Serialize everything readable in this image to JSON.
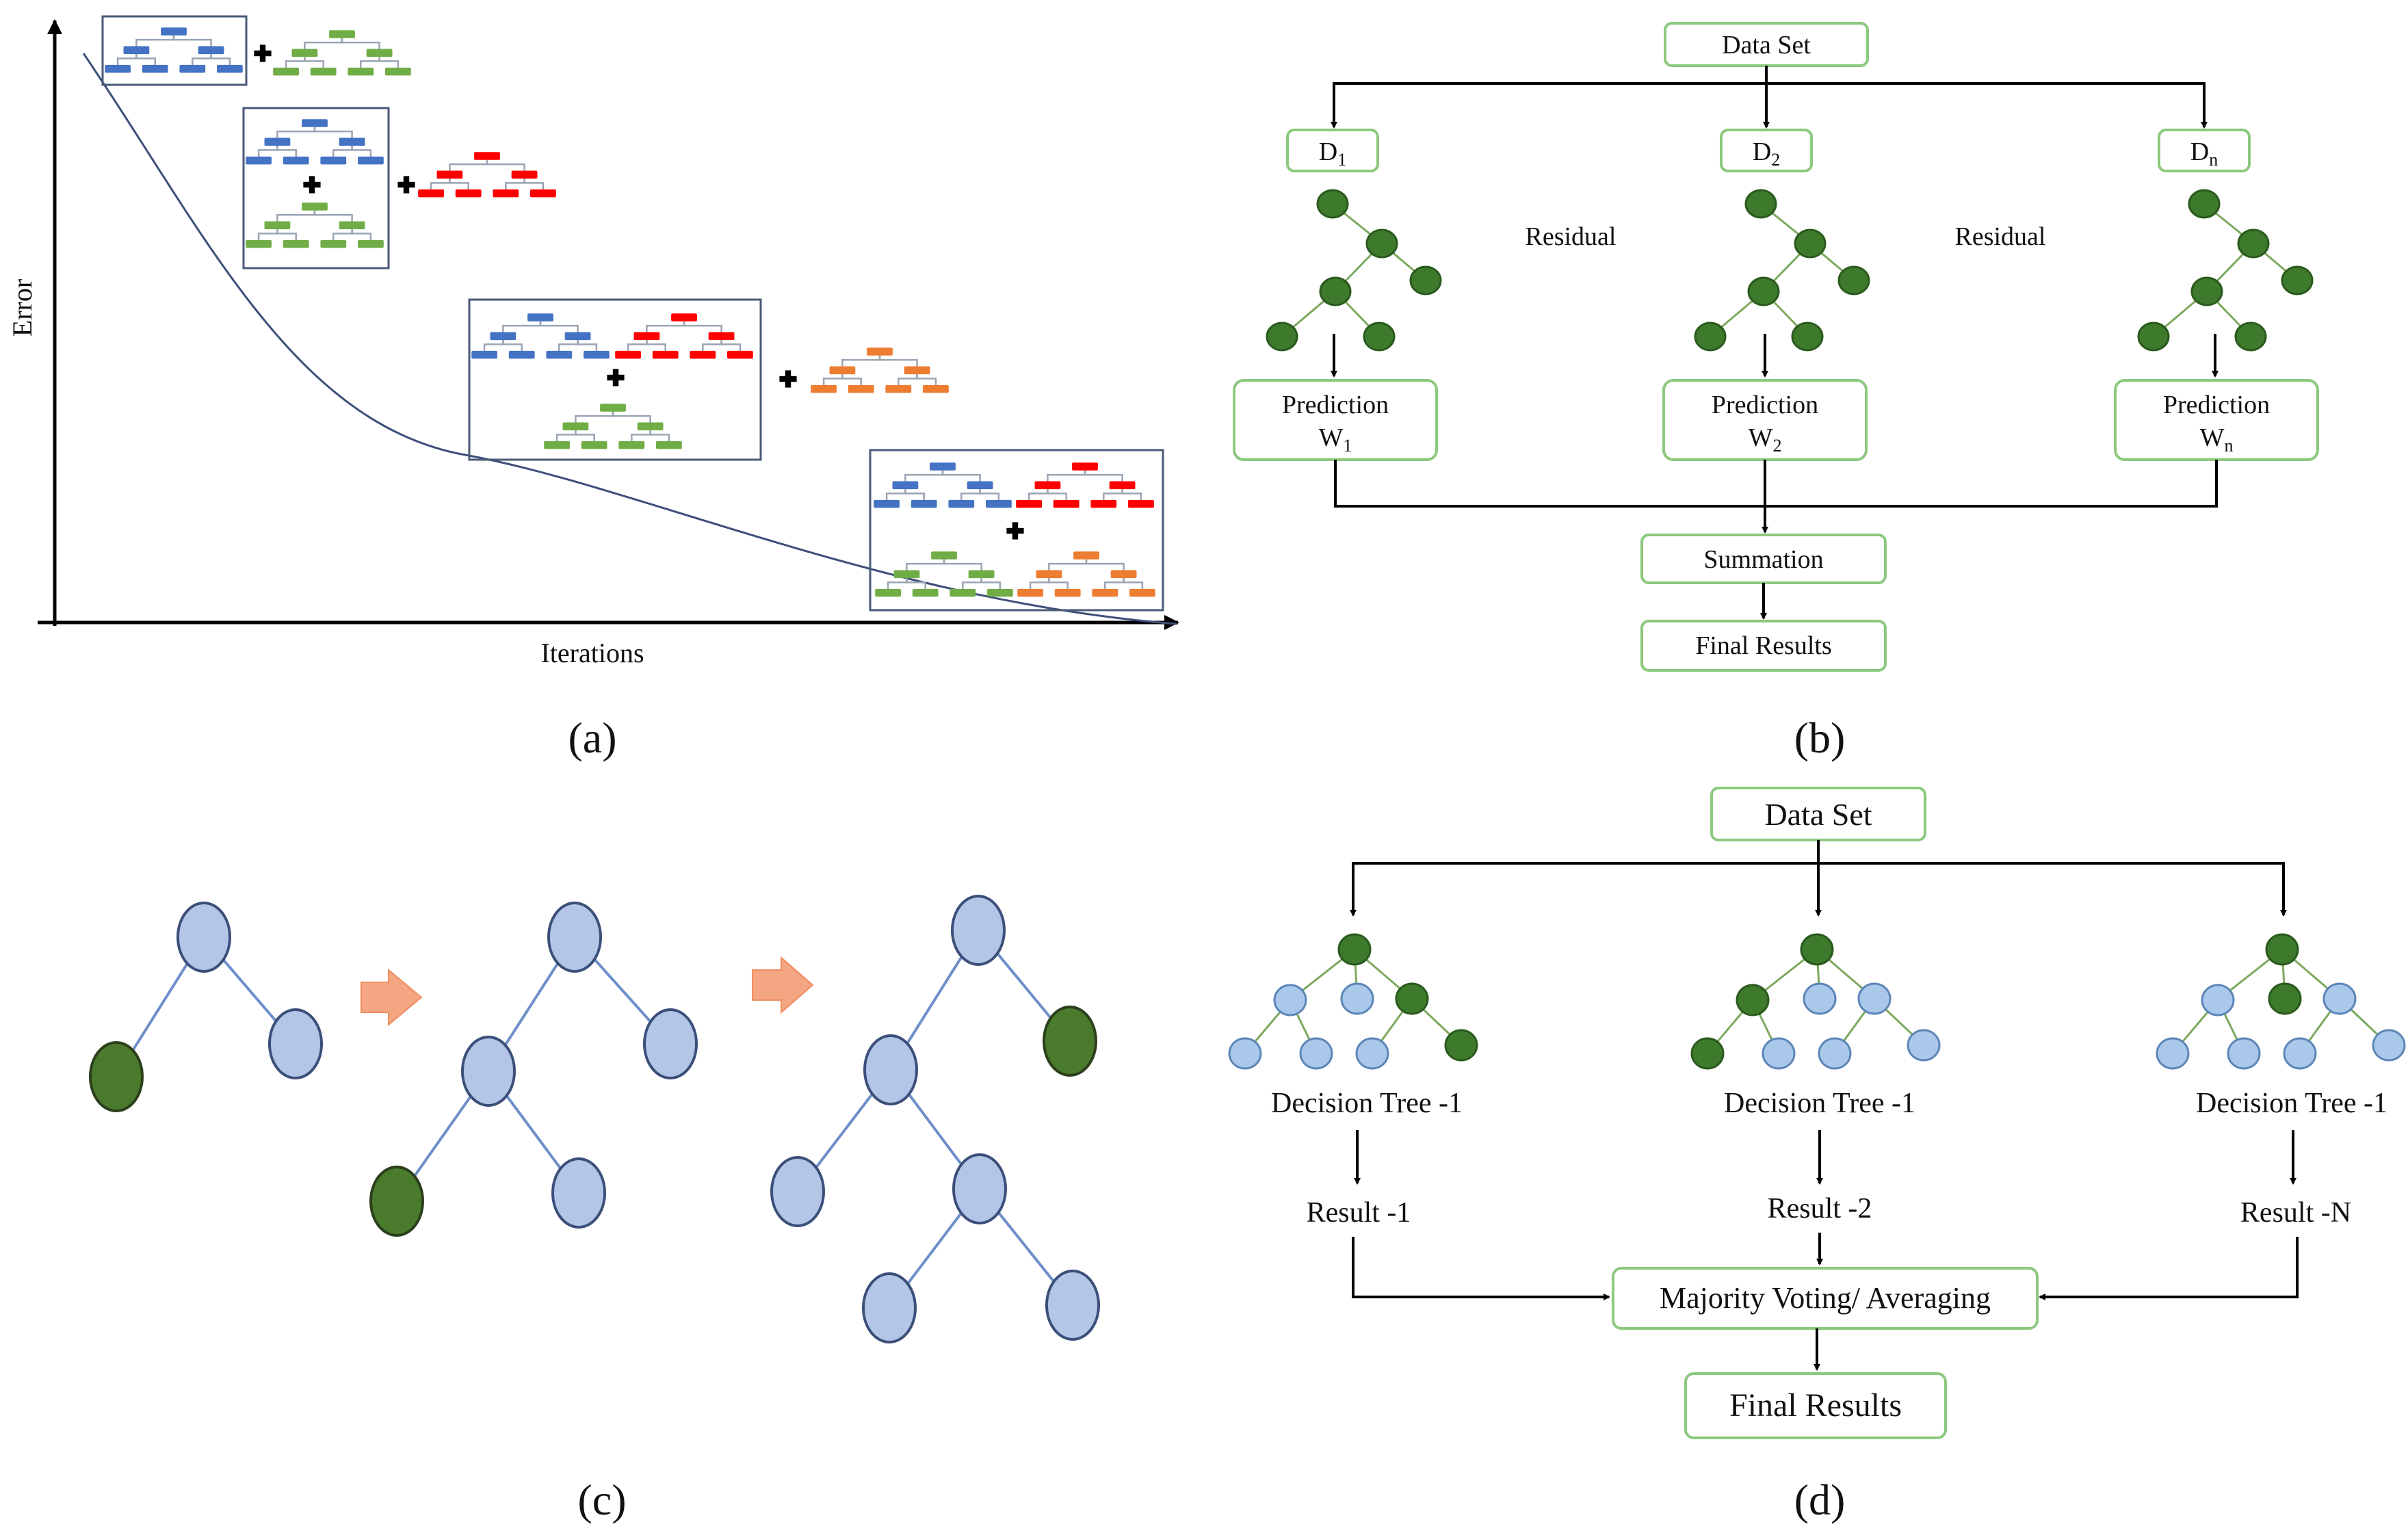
{
  "panel_a": {
    "label": "(a)",
    "ylabel": "Error",
    "xlabel": "Iterations",
    "colors": {
      "blue": "#4472c4",
      "green": "#70ad47",
      "red": "#ff0000",
      "orange": "#ed7d31",
      "curve": "#3e4f7a"
    }
  },
  "panel_b": {
    "label": "(b)",
    "dataset": "Data Set",
    "subsets": [
      {
        "main": "D",
        "sub": "1"
      },
      {
        "main": "D",
        "sub": "2"
      },
      {
        "main": "D",
        "sub": "n"
      }
    ],
    "residual": [
      "Residual",
      "Residual"
    ],
    "prediction": [
      {
        "title": "Prediction",
        "main": "W",
        "sub": "1"
      },
      {
        "title": "Prediction",
        "main": "W",
        "sub": "2"
      },
      {
        "title": "Prediction",
        "main": "W",
        "sub": "n"
      }
    ],
    "summation": "Summation",
    "final": "Final Results"
  },
  "panel_c": {
    "label": "(c)",
    "colors": {
      "node": "#b4c6e7",
      "leaf": "#4a7a2c",
      "arrow": "#f4a582"
    }
  },
  "panel_d": {
    "label": "(d)",
    "dataset": "Data Set",
    "trees": [
      "Decision Tree -1",
      "Decision Tree -1",
      "Decision Tree -1"
    ],
    "results": [
      "Result -1",
      "Result -2",
      "Result -N"
    ],
    "voting": "Majority Voting/ Averaging",
    "final": "Final Results"
  }
}
